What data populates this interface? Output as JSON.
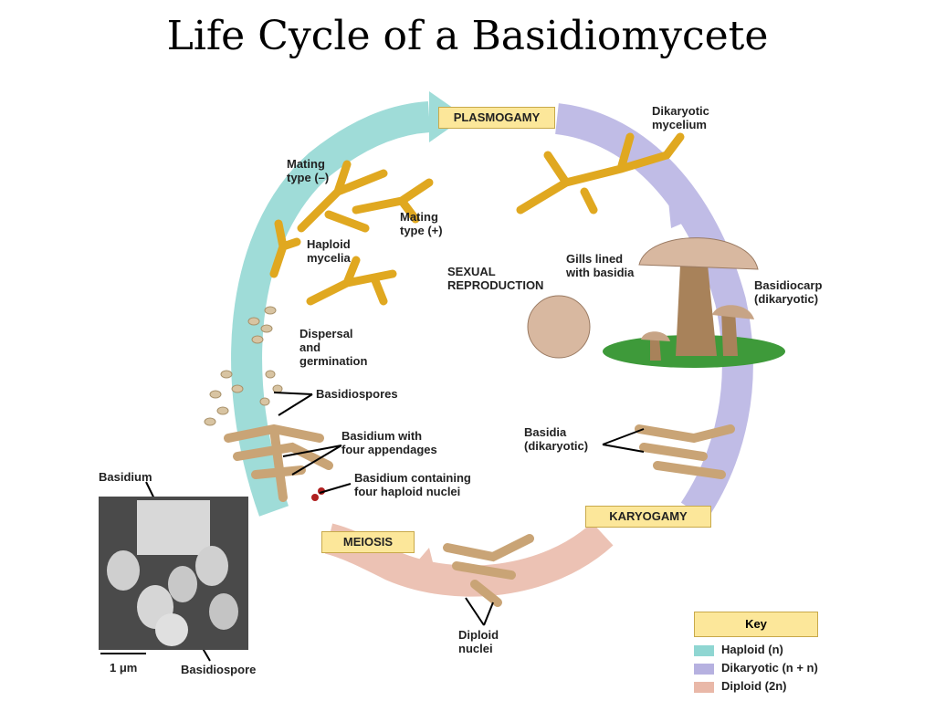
{
  "title": "Life Cycle of a Basidiomycete",
  "stages": {
    "plasmogamy": "PLASMOGAMY",
    "karyogamy": "KARYOGAMY",
    "meiosis": "MEIOSIS"
  },
  "labels": {
    "dikaryotic_mycelium": "Dikaryotic\nmycelium",
    "mating_minus": "Mating\ntype (–)",
    "mating_plus": "Mating\ntype (+)",
    "haploid_mycelia": "Haploid\nmycelia",
    "sexual_reproduction": "SEXUAL\nREPRODUCTION",
    "gills": "Gills lined\nwith basidia",
    "basidiocarp": "Basidiocarp\n(dikaryotic)",
    "dispersal": "Dispersal\nand\ngermination",
    "basidiospores": "Basidiospores",
    "basidium_four": "Basidium with\nfour appendages",
    "basidium_nuclei": "Basidium containing\nfour haploid nuclei",
    "basidia_dikaryotic": "Basidia\n(dikaryotic)",
    "diploid_nuclei": "Diploid\nnuclei",
    "micro_basidium": "Basidium",
    "micro_basidiospore": "Basidiospore",
    "scale": "1 μm"
  },
  "key": {
    "title": "Key",
    "items": [
      {
        "label": "Haploid (n)",
        "color": "#8fd6d2"
      },
      {
        "label": "Dikaryotic (n + n)",
        "color": "#b6b1e0"
      },
      {
        "label": "Diploid (2n)",
        "color": "#e9b8a8"
      }
    ]
  }
}
